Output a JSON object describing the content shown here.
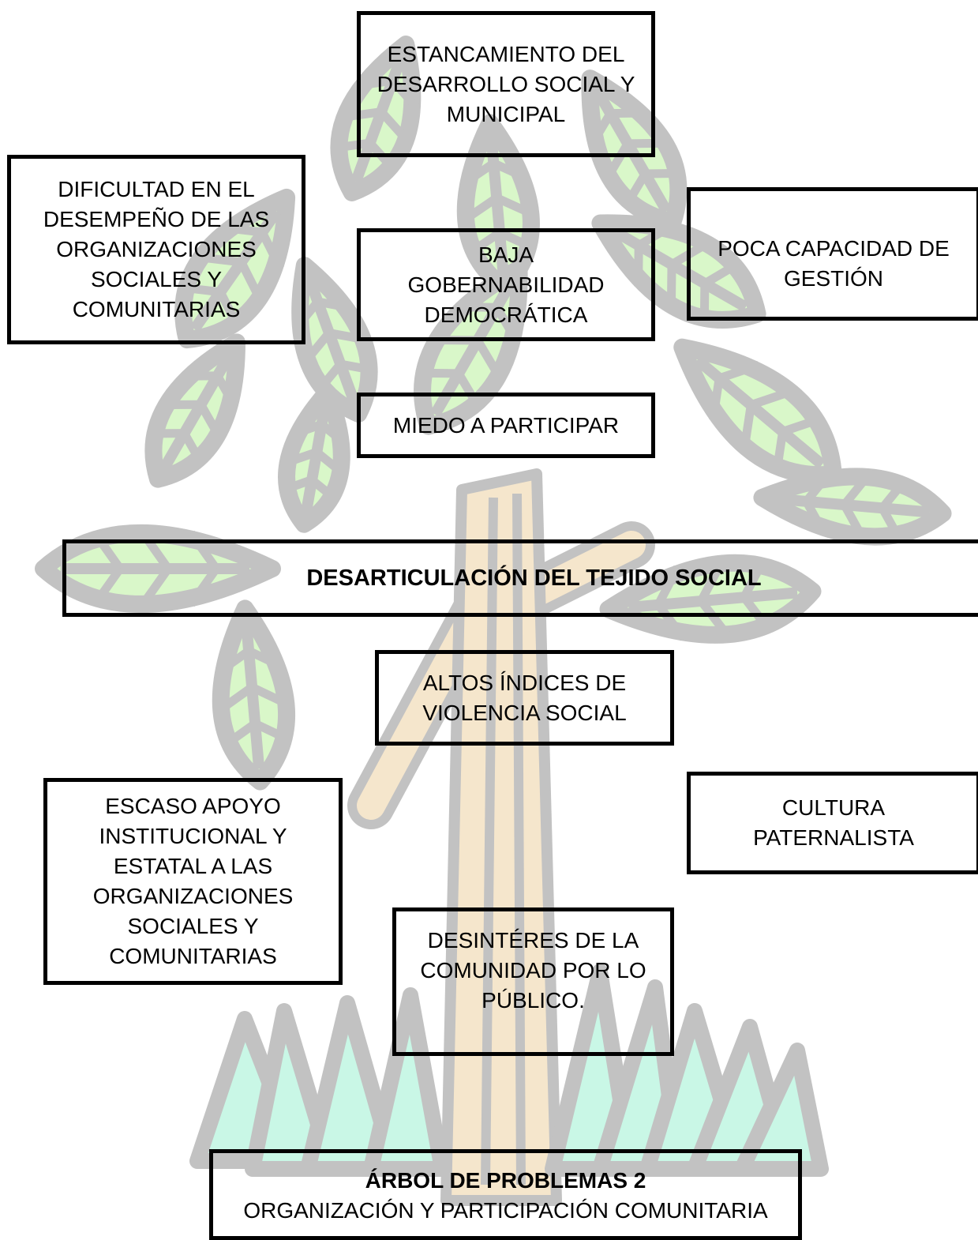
{
  "colors": {
    "leaf_fill": "#d9f7c9",
    "leaf_stroke": "#c2c2c2",
    "trunk_fill": "#f5e6cc",
    "grass_fill": "#c9f7e6",
    "box_border": "#000000"
  },
  "boxes": {
    "estancamiento": [
      "ESTANCAMIENTO DEL",
      "DESARROLLO SOCIAL Y",
      "MUNICIPAL"
    ],
    "dificultad": [
      "DIFICULTAD EN EL",
      "DESEMPEÑO DE LAS",
      "ORGANIZACIONES",
      "SOCIALES Y",
      "COMUNITARIAS"
    ],
    "baja_gobernabilidad": [
      "BAJA",
      "GOBERNABILIDAD",
      "DEMOCRÁTICA"
    ],
    "poca_capacidad": [
      "POCA CAPACIDAD DE",
      "GESTIÓN"
    ],
    "miedo": [
      "MIEDO A PARTICIPAR"
    ],
    "problema_central": [
      "DESARTICULACIÓN DEL TEJIDO SOCIAL"
    ],
    "violencia": [
      "ALTOS ÍNDICES DE",
      "VIOLENCIA SOCIAL"
    ],
    "escaso_apoyo": [
      "ESCASO APOYO",
      "INSTITUCIONAL Y",
      "ESTATAL A LAS",
      "ORGANIZACIONES",
      "SOCIALES Y",
      "COMUNITARIAS"
    ],
    "cultura": [
      "CULTURA",
      "PATERNALISTA"
    ],
    "desinteres": [
      "DESINTÉRES DE LA",
      "COMUNIDAD POR LO",
      "PÚBLICO."
    ]
  },
  "footer": {
    "title": "ÁRBOL DE PROBLEMAS 2",
    "subtitle": "ORGANIZACIÓN Y PARTICIPACIÓN COMUNITARIA"
  }
}
